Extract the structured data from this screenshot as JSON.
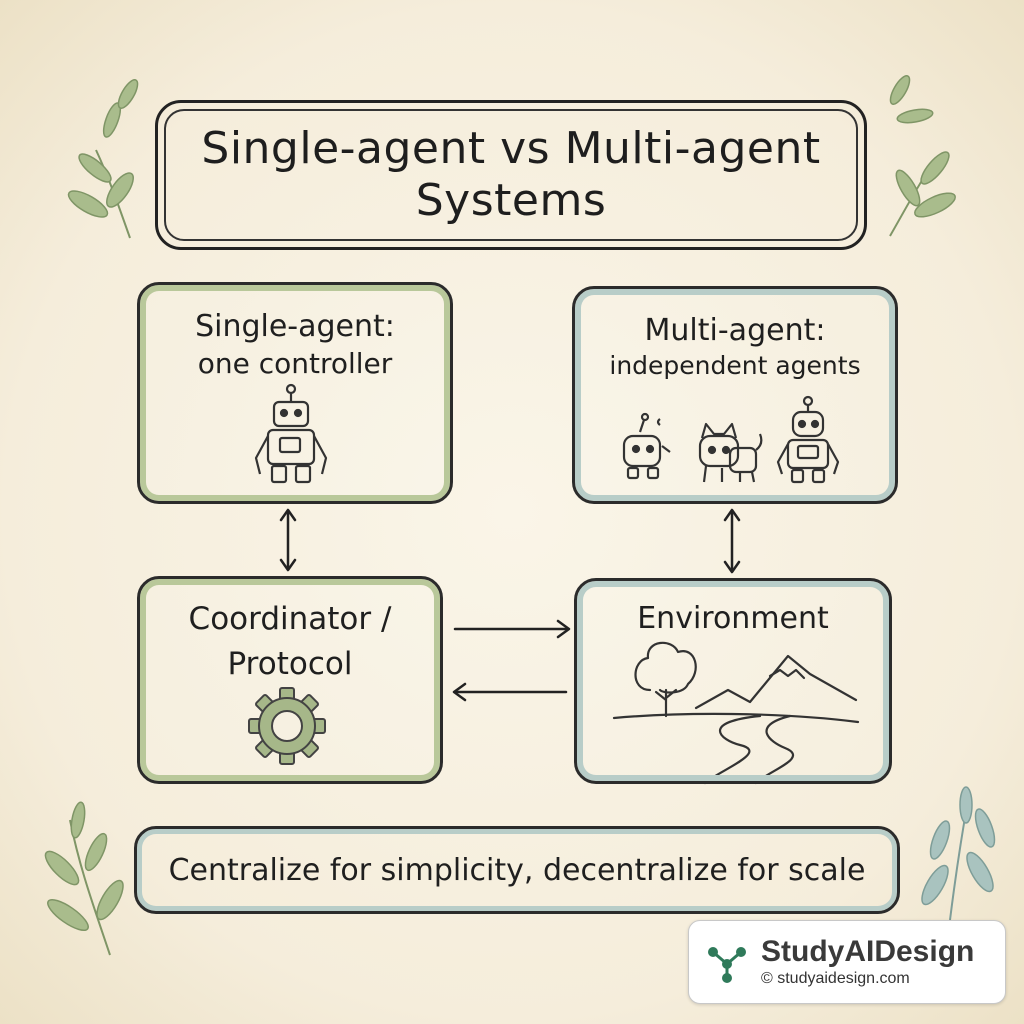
{
  "title": "Single-agent vs Multi-agent Systems",
  "single_agent": {
    "title": "Single-agent:",
    "subtitle": "one controller",
    "icon": "robot-icon"
  },
  "multi_agent": {
    "title": "Multi-agent:",
    "subtitle": "independent agents",
    "icons": [
      "small-robot-icon",
      "robot-dog-icon",
      "robot-icon"
    ]
  },
  "coordinator": {
    "title": "Coordinator / Protocol",
    "icon": "gear-icon"
  },
  "environment": {
    "title": "Environment",
    "icon": "landscape-icon"
  },
  "takeaway": "Centralize for simplicity, decentralize for scale",
  "brand": {
    "name": "StudyAIDesign",
    "url": "© studyaidesign.com",
    "icon": "molecule-logo-icon"
  },
  "colors": {
    "background": "#f6efdf",
    "ink": "#222222",
    "green_accent": "#b9c89a",
    "blue_accent": "#b8cdc8",
    "gear_fill": "#9fb17f"
  }
}
